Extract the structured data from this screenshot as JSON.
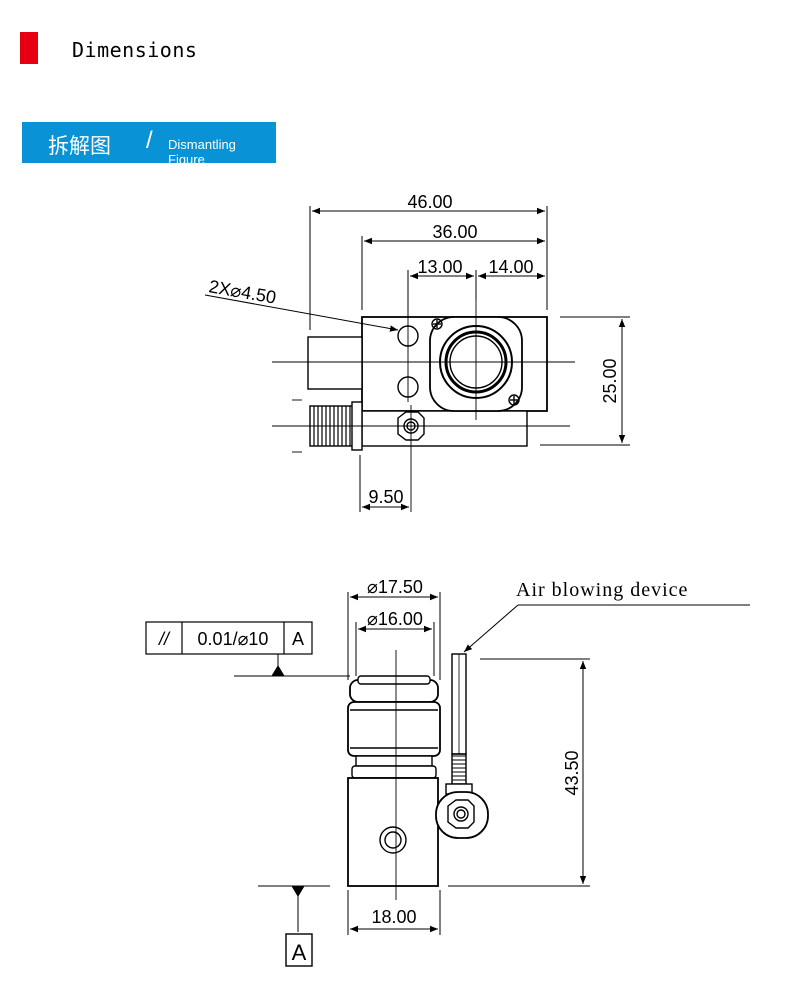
{
  "header": {
    "title": "Dimensions"
  },
  "banner": {
    "chinese_text": "拆解图",
    "separator": "/",
    "english_text": "Dismantling Figure"
  },
  "top_view": {
    "dim_overall_width": "46.00",
    "dim_body_width": "36.00",
    "dim_left_offset": "13.00",
    "dim_right_offset": "14.00",
    "dim_holes": "2X⌀4.50",
    "dim_height": "25.00",
    "dim_bottom": "9.50"
  },
  "side_view": {
    "dim_outer_diameter": "⌀17.50",
    "dim_inner_diameter": "⌀16.00",
    "tolerance_symbol": "//",
    "tolerance_value": "0.01/⌀10",
    "tolerance_datum": "A",
    "label_air_blowing": "Air blowing device",
    "dim_total_height": "43.50",
    "dim_width": "18.00",
    "datum_label": "A"
  }
}
